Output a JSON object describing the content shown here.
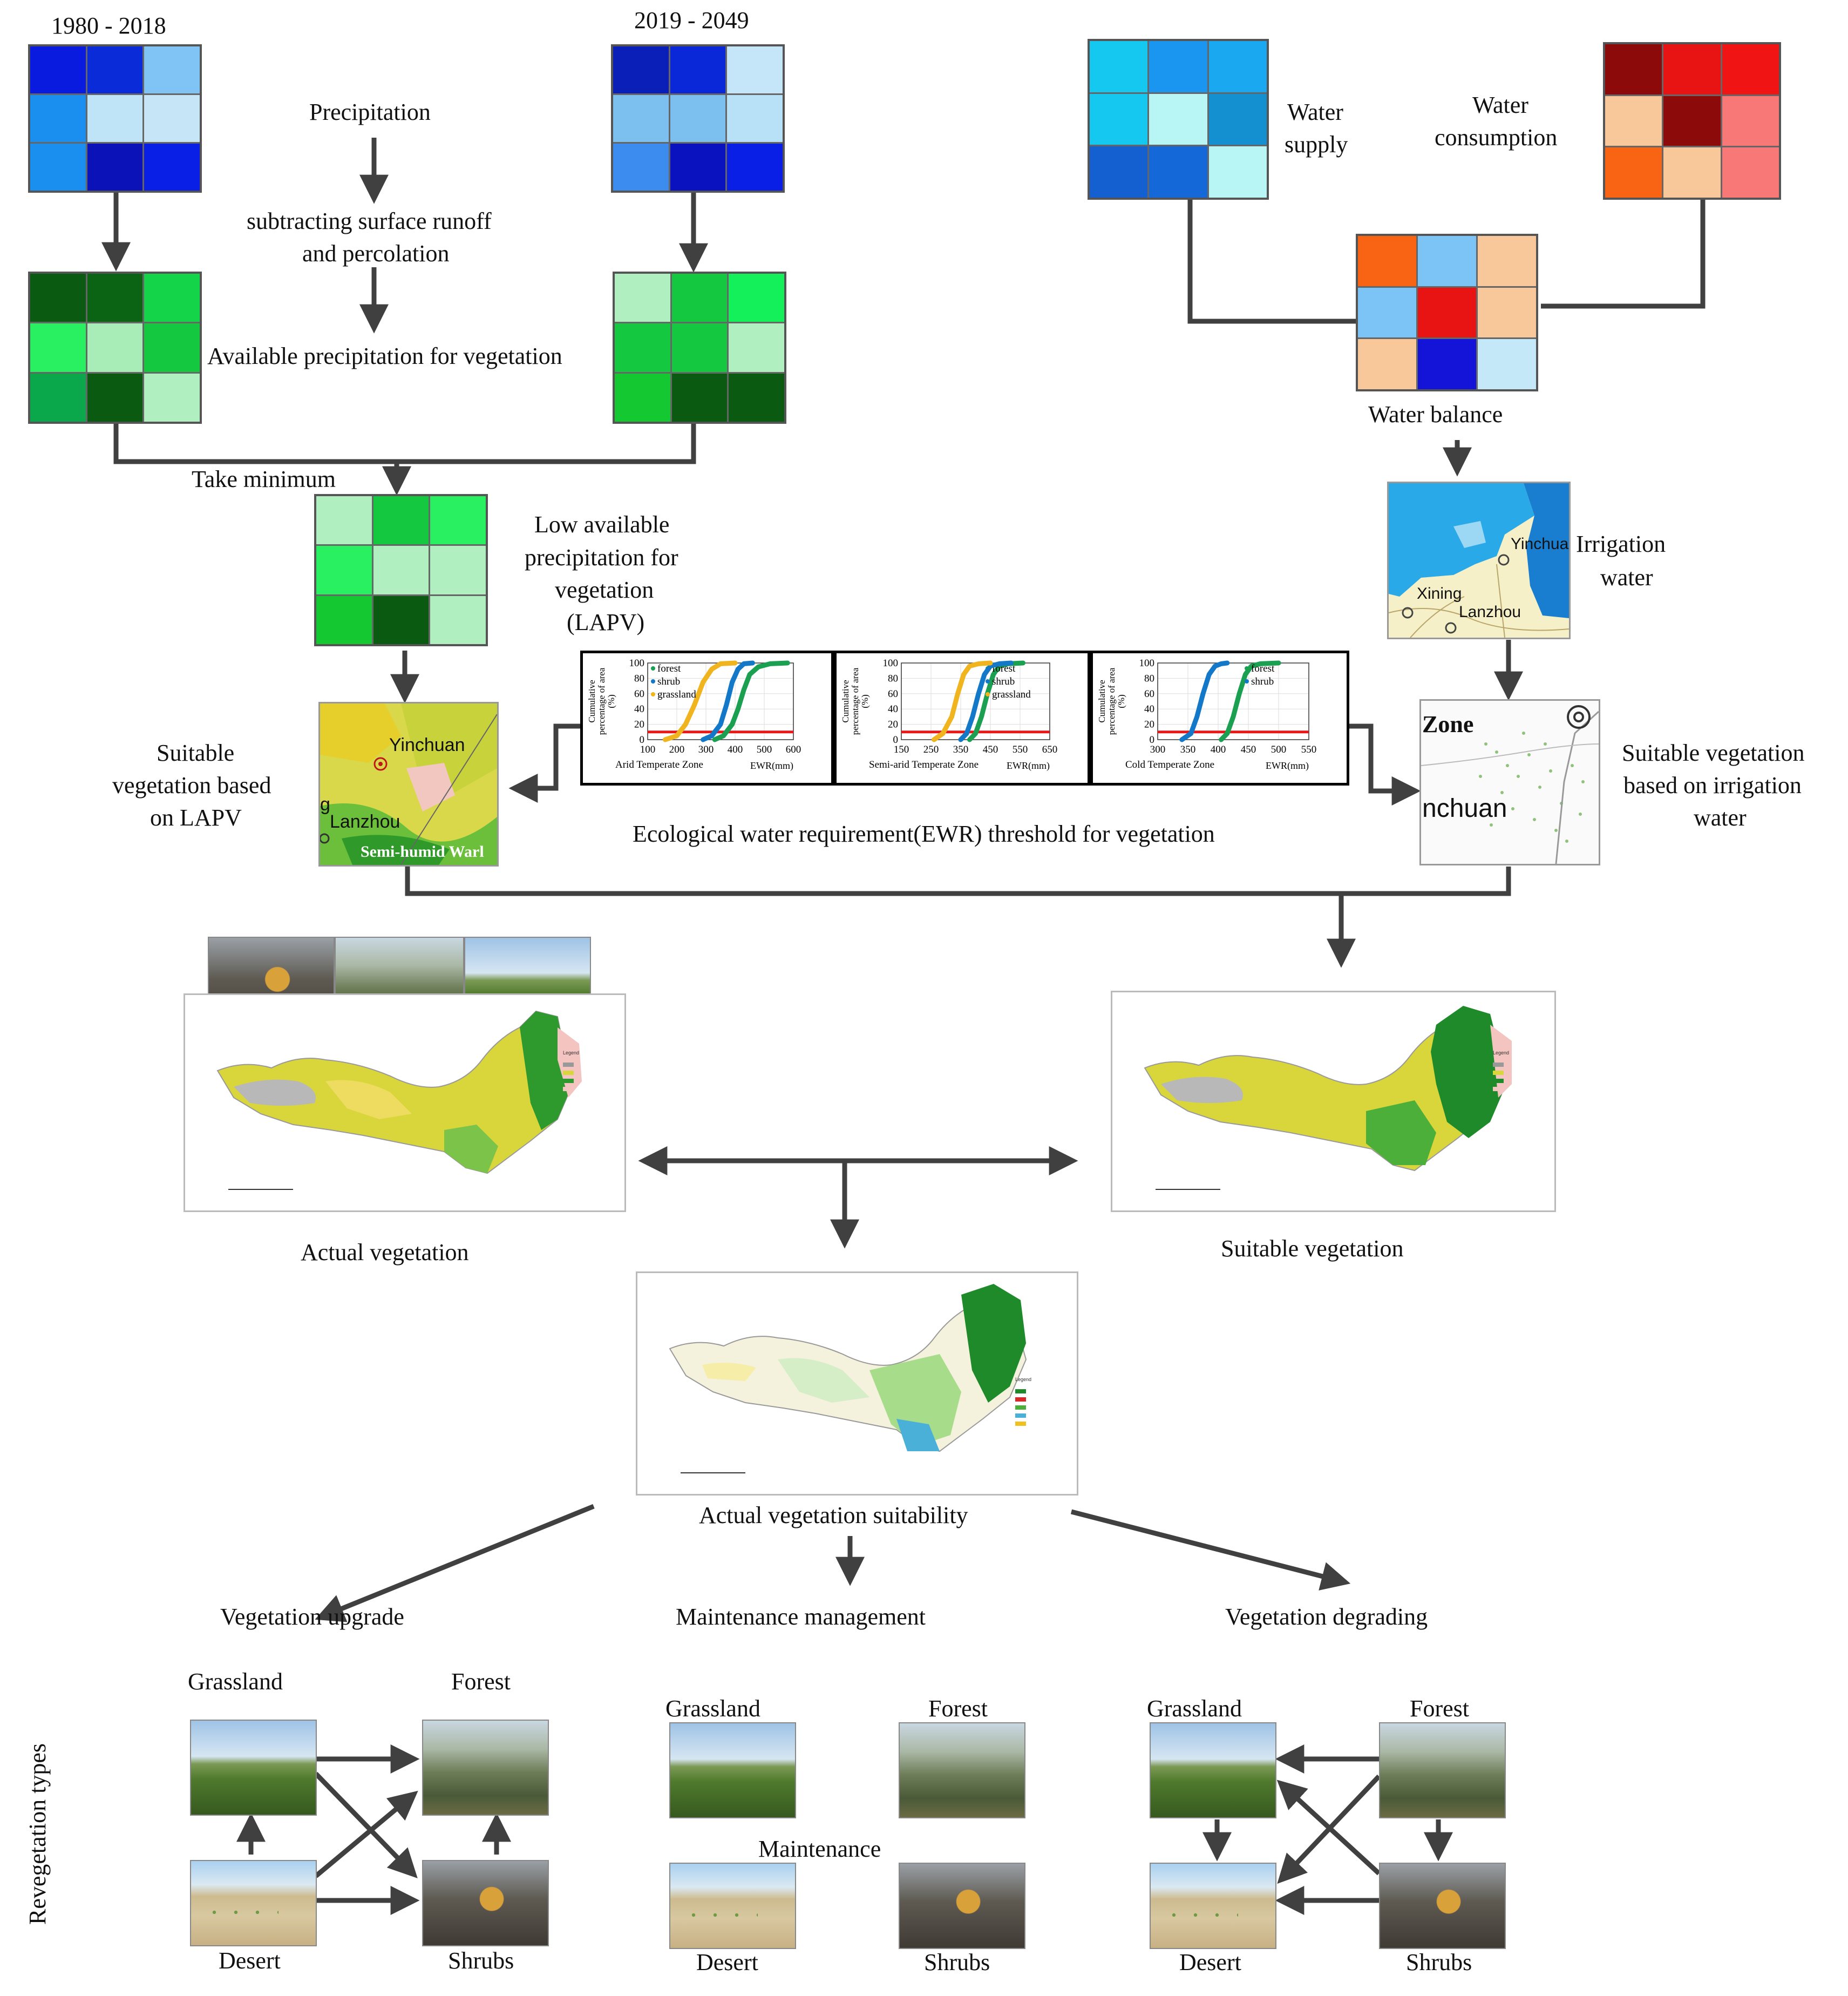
{
  "top_left": {
    "period_1": "1980 - 2018",
    "period_2": "2019 - 2049",
    "precipitation": "Precipitation",
    "subtracting": "subtracting surface runoff",
    "percolation": "and percolation",
    "available": "Available precipitation for vegetation",
    "take_minimum": "Take minimum",
    "lapv_1": "Low available",
    "lapv_2": "precipitation for",
    "lapv_3": "vegetation",
    "lapv_4": "(LAPV)",
    "grid_precip_1980": [
      "#0a1be0",
      "#0a2bd8",
      "#7fc4f5",
      "#1a8ff0",
      "#bfe4f8",
      "#c6e6f8",
      "#1a8ff0",
      "#0a12b8",
      "#0a1fe6"
    ],
    "grid_precip_2019": [
      "#0a1fb8",
      "#0a28d8",
      "#c4e6f8",
      "#7cc0f0",
      "#7cc0f0",
      "#b8e0f6",
      "#3c8cf0",
      "#0a12c0",
      "#0a1fe6"
    ],
    "grid_avail_1980": [
      "#0a5a12",
      "#0a6414",
      "#14d44a",
      "#28f060",
      "#a8ecb8",
      "#14c840",
      "#0aa84a",
      "#0a5a12",
      "#b0f0c0"
    ],
    "grid_avail_2019": [
      "#b0f0c0",
      "#14c840",
      "#14f05a",
      "#14c840",
      "#14c840",
      "#b0f0c0",
      "#14c832",
      "#0a5a12",
      "#0a5a12"
    ],
    "grid_lapv": [
      "#b0f0c0",
      "#14c840",
      "#28f060",
      "#28f060",
      "#b0f0c0",
      "#b0f0c0",
      "#14c832",
      "#0a5a12",
      "#b0f0c0"
    ]
  },
  "top_right": {
    "water_supply_1": "Water",
    "water_supply_2": "supply",
    "water_consumption_1": "Water",
    "water_consumption_2": "consumption",
    "water_balance": "Water balance",
    "irrigation_1": "Irrigation",
    "irrigation_2": "water",
    "grid_supply": [
      "#14c8f0",
      "#1a96f0",
      "#1aa8f0",
      "#14c8f0",
      "#b8f6f6",
      "#1490d0",
      "#1460d0",
      "#1468d8",
      "#b8f6f6"
    ],
    "grid_consumption": [
      "#8c0a0a",
      "#e81414",
      "#f01414",
      "#f8c89a",
      "#8c0a0a",
      "#f87878",
      "#f86414",
      "#f8c89a",
      "#f87878"
    ],
    "grid_balance": [
      "#f86414",
      "#7cc4f5",
      "#f8c89a",
      "#7cc4f5",
      "#e81414",
      "#f8c89a",
      "#f8c89a",
      "#1414d8",
      "#c4e8f8"
    ],
    "irr_map_label_1": "Yinchua",
    "irr_map_label_2": "Xining",
    "irr_map_label_3": "Lanzhou"
  },
  "middle": {
    "suitable_lapv_1": "Suitable",
    "suitable_lapv_2": "vegetation based",
    "suitable_lapv_3": "on LAPV",
    "lapv_map_label_1": "Yinchuan",
    "lapv_map_label_2": "Lanzhou",
    "lapv_map_label_3": "Semi-humid Warl",
    "lapv_map_label_4": "g",
    "suitable_irr_1": "Suitable vegetation",
    "suitable_irr_2": "based on irrigation",
    "suitable_irr_3": "water",
    "irr_zone_label_1": "Zone",
    "irr_zone_label_2": "nchuan",
    "ewr_caption": "Ecological water requirement(EWR) threshold for vegetation",
    "ylabel_1": "Cumulative",
    "ylabel_2": "percentage of area",
    "ylabel_3": "(%)",
    "xlabel": "EWR(mm)"
  },
  "chart_data": [
    {
      "type": "line",
      "title": "Arid Temperate Zone",
      "xlabel": "EWR(mm)",
      "ylabel": "Cumulative percentage of area (%)",
      "xlim": [
        100,
        600
      ],
      "ylim": [
        0,
        100
      ],
      "xticks": [
        100,
        200,
        300,
        400,
        500,
        600
      ],
      "yticks": [
        0,
        20,
        40,
        60,
        80,
        100
      ],
      "threshold": 10,
      "series": [
        {
          "name": "forest",
          "color": "#1aa050",
          "x": [
            330,
            360,
            390,
            410,
            430,
            450,
            480,
            520,
            580
          ],
          "y": [
            0,
            5,
            20,
            40,
            65,
            85,
            95,
            99,
            100
          ]
        },
        {
          "name": "shrub",
          "color": "#1478c8",
          "x": [
            290,
            320,
            350,
            370,
            390,
            410,
            430,
            460
          ],
          "y": [
            0,
            5,
            20,
            45,
            75,
            92,
            99,
            100
          ]
        },
        {
          "name": "grassland",
          "color": "#f0b41e",
          "x": [
            160,
            200,
            230,
            260,
            290,
            320,
            350,
            400
          ],
          "y": [
            0,
            5,
            20,
            45,
            75,
            92,
            99,
            100
          ]
        }
      ]
    },
    {
      "type": "line",
      "title": "Semi-arid Temperate Zone",
      "xlabel": "EWR(mm)",
      "ylabel": "Cumulative percentage of area (%)",
      "xlim": [
        150,
        650
      ],
      "ylim": [
        0,
        100
      ],
      "xticks": [
        150,
        250,
        350,
        450,
        550,
        650
      ],
      "yticks": [
        0,
        20,
        40,
        60,
        80,
        100
      ],
      "threshold": 10,
      "series": [
        {
          "name": "forest",
          "color": "#1aa050",
          "x": [
            380,
            400,
            420,
            440,
            460,
            480,
            510,
            560
          ],
          "y": [
            0,
            8,
            30,
            60,
            85,
            96,
            99,
            100
          ]
        },
        {
          "name": "shrub",
          "color": "#1478c8",
          "x": [
            350,
            370,
            390,
            410,
            430,
            450,
            480,
            520
          ],
          "y": [
            0,
            8,
            30,
            60,
            85,
            96,
            99,
            100
          ]
        },
        {
          "name": "grassland",
          "color": "#f0b41e",
          "x": [
            260,
            290,
            320,
            340,
            360,
            380,
            410,
            450
          ],
          "y": [
            0,
            8,
            30,
            60,
            85,
            96,
            99,
            100
          ]
        }
      ]
    },
    {
      "type": "line",
      "title": "Cold Temperate Zone",
      "xlabel": "EWR(mm)",
      "ylabel": "Cumulative percentage of area (%)",
      "xlim": [
        300,
        550
      ],
      "ylim": [
        0,
        100
      ],
      "xticks": [
        300,
        350,
        400,
        450,
        500,
        550
      ],
      "yticks": [
        0,
        20,
        40,
        60,
        80,
        100
      ],
      "threshold": 10,
      "series": [
        {
          "name": "forest",
          "color": "#1aa050",
          "x": [
            405,
            415,
            425,
            435,
            445,
            455,
            470,
            500
          ],
          "y": [
            0,
            8,
            30,
            60,
            85,
            96,
            99,
            100
          ]
        },
        {
          "name": "shrub",
          "color": "#1478c8",
          "x": [
            340,
            355,
            365,
            375,
            385,
            395,
            405,
            415
          ],
          "y": [
            0,
            8,
            30,
            60,
            85,
            96,
            99,
            100
          ]
        }
      ]
    }
  ],
  "maps": {
    "actual_vegetation": "Actual vegetation",
    "suitable_vegetation": "Suitable vegetation",
    "actual_suitability": "Actual vegetation suitability"
  },
  "bottom": {
    "vegetation_upgrade": "Vegetation upgrade",
    "maintenance_management": "Maintenance management",
    "vegetation_degrading": "Vegetation degrading",
    "revegetation_types": "Revegetation types",
    "grassland": "Grassland",
    "forest": "Forest",
    "desert": "Desert",
    "shrubs": "Shrubs",
    "maintenance": "Maintenance"
  }
}
